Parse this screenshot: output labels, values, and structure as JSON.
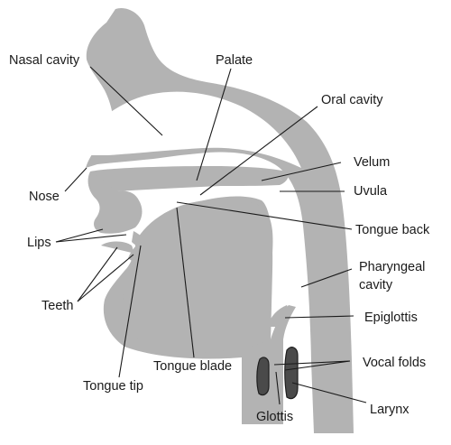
{
  "labels": {
    "nasal_cavity": "Nasal cavity",
    "palate": "Palate",
    "oral_cavity": "Oral cavity",
    "velum": "Velum",
    "uvula": "Uvula",
    "nose": "Nose",
    "tongue_back": "Tongue back",
    "lips": "Lips",
    "pharyngeal_line1": "Pharyngeal",
    "pharyngeal_line2": "cavity",
    "teeth": "Teeth",
    "epiglottis": "Epiglottis",
    "tongue_blade": "Tongue blade",
    "vocal_folds": "Vocal folds",
    "tongue_tip": "Tongue tip",
    "larynx": "Larynx",
    "glottis": "Glottis"
  },
  "colors": {
    "tissue": "#b3b3b3",
    "vocal_folds": "#4a4a4a",
    "text": "#1a1a1a"
  }
}
